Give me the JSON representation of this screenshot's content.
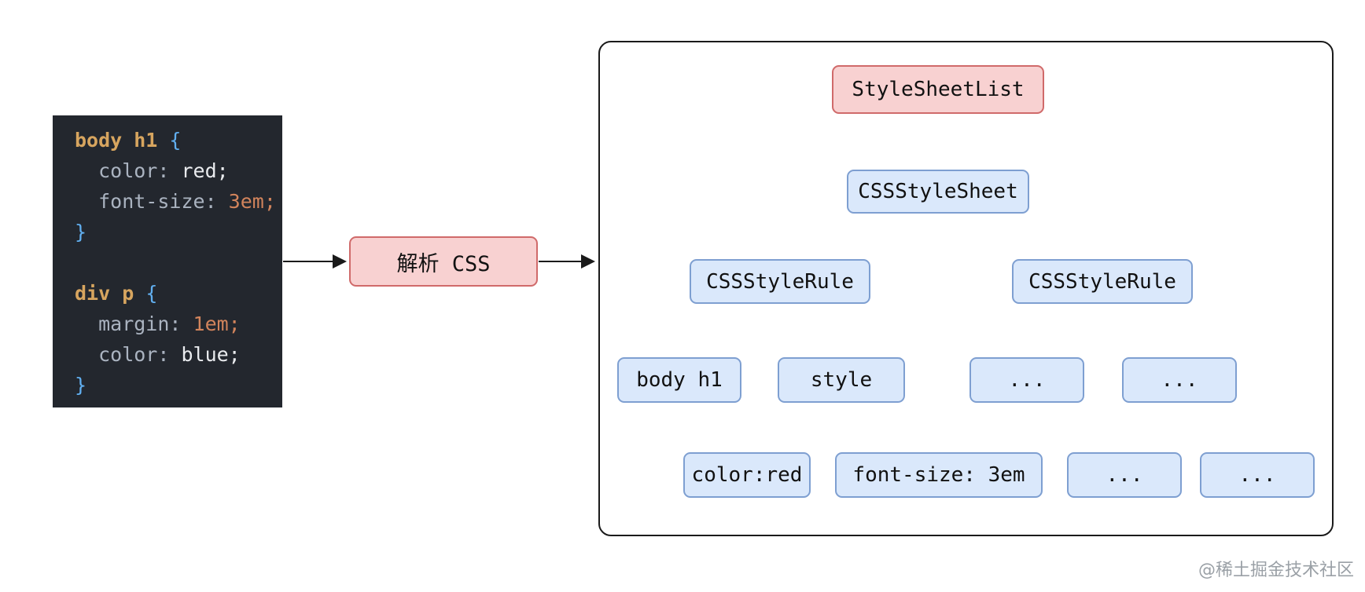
{
  "code": {
    "rule1": {
      "selector": "body h1 ",
      "open": "{",
      "decl1_prop": "  color: ",
      "decl1_value": "red;",
      "decl2_prop": "  font-size: ",
      "decl2_value": "3em;",
      "close": "}"
    },
    "rule2": {
      "selector": "div p ",
      "open": "{",
      "decl1_prop": "  margin: ",
      "decl1_value": "1em;",
      "decl2_prop": "  color: ",
      "decl2_value": "blue;",
      "close": "}"
    }
  },
  "parse_box": {
    "label": "解析 CSS"
  },
  "tree": {
    "root": {
      "label": "StyleSheetList"
    },
    "stylesheet": {
      "label": "CSSStyleSheet"
    },
    "rule_left": {
      "label": "CSSStyleRule"
    },
    "rule_right": {
      "label": "CSSStyleRule"
    },
    "selector_node": {
      "label": "body h1"
    },
    "style_node": {
      "label": "style"
    },
    "decl_color": {
      "label": "color:red"
    },
    "decl_fontsize": {
      "label": "font-size: 3em"
    },
    "ellipsis1": {
      "label": "..."
    },
    "ellipsis2": {
      "label": "..."
    },
    "ellipsis3": {
      "label": "..."
    },
    "ellipsis4": {
      "label": "..."
    }
  },
  "watermark": {
    "text": "@稀土掘金技术社区"
  },
  "colors": {
    "pink_fill": "#f8d1d1",
    "pink_border": "#d06a6a",
    "blue_fill": "#dae8fb",
    "blue_border": "#7e9fd1",
    "code_background": "#23272e",
    "code_selector": "#d7a55f",
    "code_brace": "#61aff0",
    "code_property": "#aab3c0",
    "code_value": "#e9ebee",
    "code_number": "#d2845c"
  }
}
